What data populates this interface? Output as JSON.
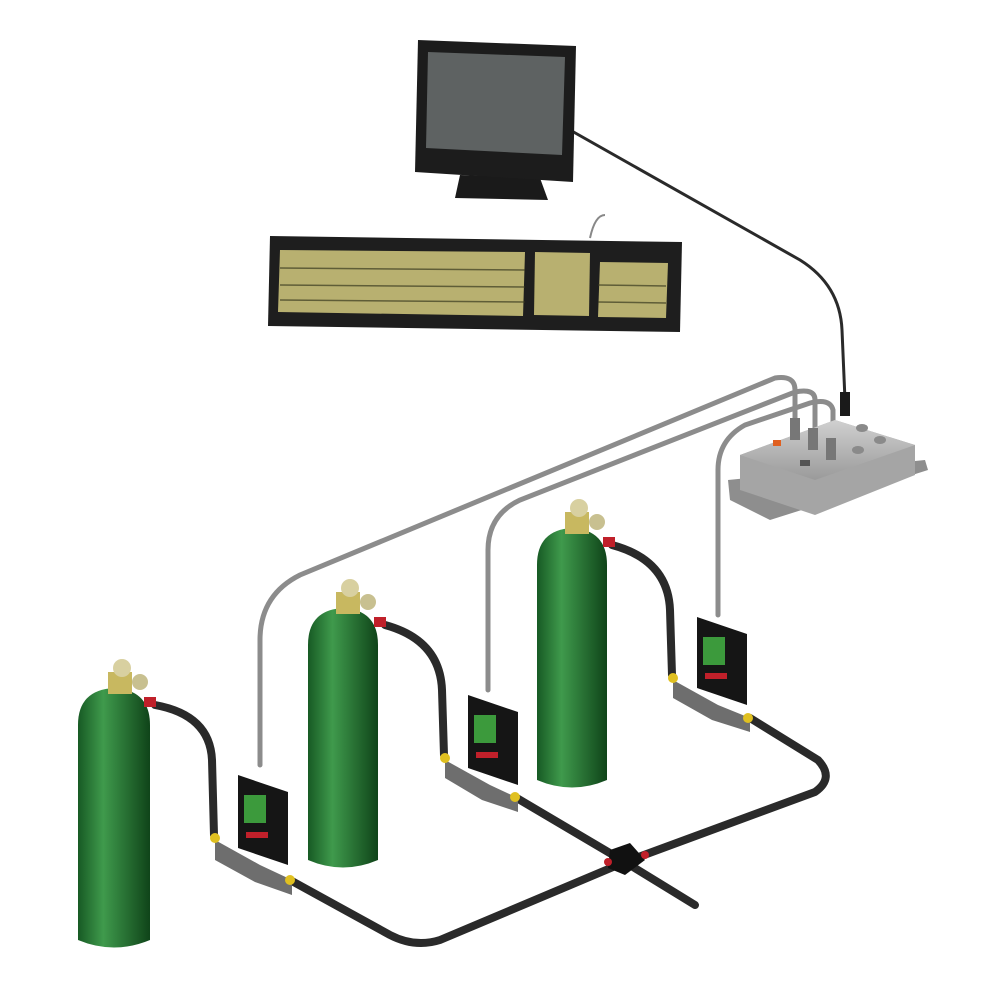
{
  "diagram": {
    "components": [
      "computer-monitor",
      "keyboard",
      "controller-box",
      "gas-cylinder",
      "gas-cylinder",
      "gas-cylinder",
      "mass-flow-controller",
      "mass-flow-controller",
      "mass-flow-controller",
      "cross-junction"
    ],
    "colors": {
      "cylinder": "#1f6b2e",
      "cylinder_highlight": "#3f9a4c",
      "tube": "#2a2a2a",
      "signal_cable": "#8c8c8c",
      "controller_box": "#b9b9b9",
      "keyboard_keys": "#b8b070",
      "fitting_red": "#c0202a",
      "fitting_yellow": "#e0c020",
      "valve_brass": "#c8b860",
      "display_green": "#3c9a3c"
    }
  }
}
